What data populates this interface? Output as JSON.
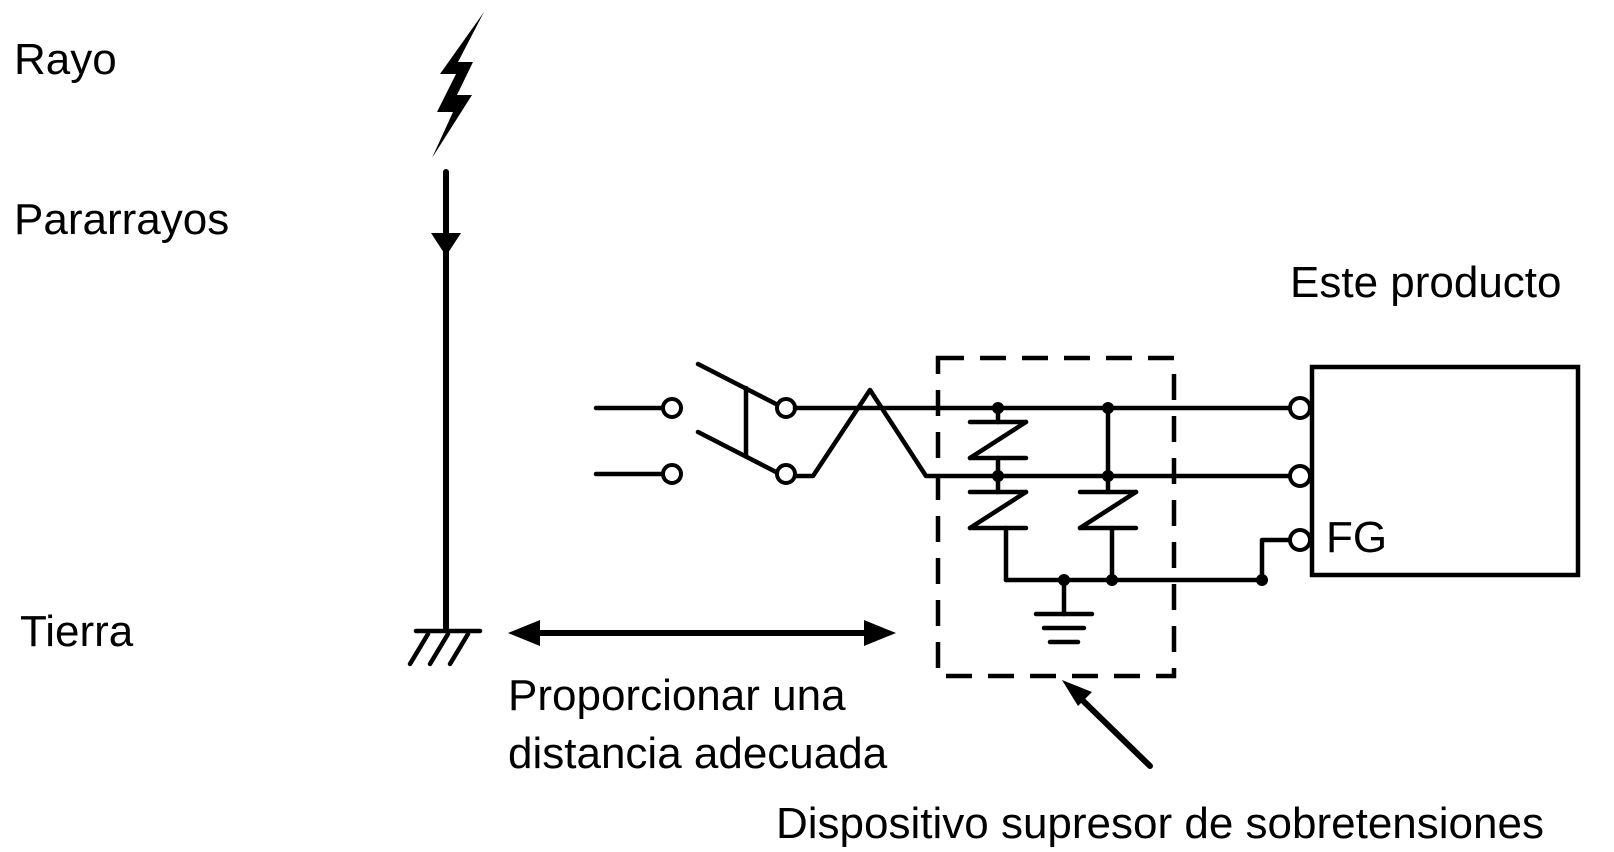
{
  "labels": {
    "lightning": "Rayo",
    "lightning_rod": "Pararrayos",
    "ground": "Tierra",
    "product": "Este producto",
    "frame_ground": "FG",
    "distance_line1": "Proporcionar una",
    "distance_line2": "distancia adecuada",
    "surge_device": "Dispositivo supresor de sobretensiones"
  },
  "icons": {
    "lightning": "lightning-bolt-icon",
    "ground": "earth-ground-icon"
  },
  "colors": {
    "line": "#000000",
    "background": "#ffffff"
  }
}
